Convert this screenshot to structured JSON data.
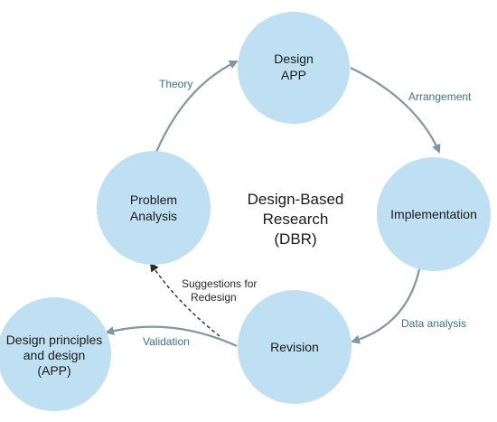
{
  "colors": {
    "node_fill": "#bfe0f2",
    "arrow": "#8096a6",
    "edge_label": "#3d6f8c",
    "dashed_arrow": "#2a2a2a"
  },
  "nodes": {
    "design_app": {
      "line1": "Design",
      "line2": "APP"
    },
    "implementation": {
      "line1": "Implementation"
    },
    "revision": {
      "line1": "Revision"
    },
    "problem_analysis": {
      "line1": "Problem",
      "line2": "Analysis"
    },
    "design_principles": {
      "line1": "Design principles",
      "line2": "and design",
      "line3": "(APP)"
    }
  },
  "center": {
    "line1": "Design-Based",
    "line2": "Research",
    "line3": "(DBR)"
  },
  "edges": {
    "theory": "Theory",
    "arrangement": "Arrangement",
    "data_analysis": "Data analysis",
    "validation": "Validation",
    "suggestions_line1": "Suggestions for",
    "suggestions_line2": "Redesign"
  }
}
